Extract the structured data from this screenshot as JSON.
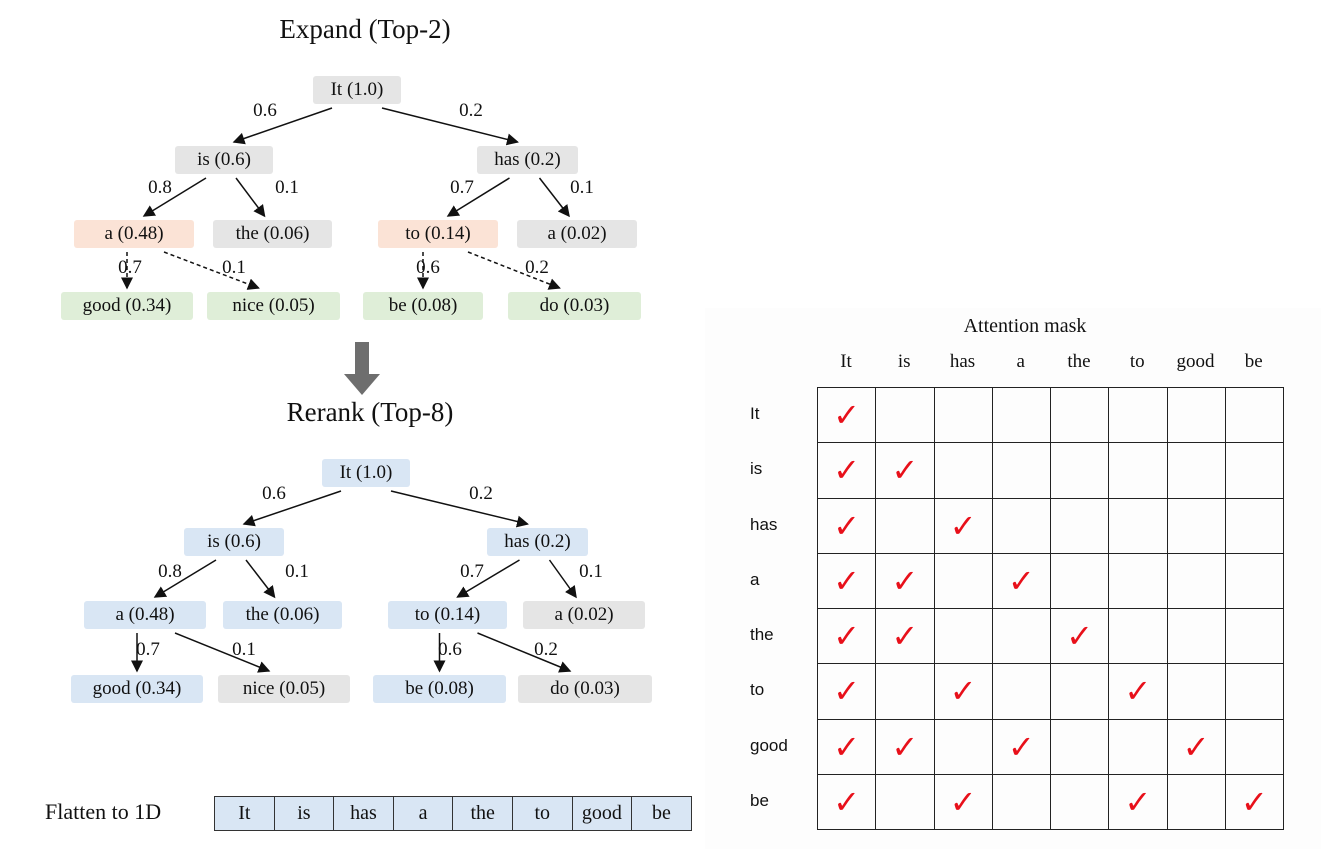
{
  "expand": {
    "title": "Expand (Top-2)",
    "nodes": [
      "It (1.0)",
      "is (0.6)",
      "has (0.2)",
      "a (0.48)",
      "the (0.06)",
      "to (0.14)",
      "a (0.02)",
      "good (0.34)",
      "nice (0.05)",
      "be (0.08)",
      "do (0.03)"
    ],
    "edge_labels": [
      "0.6",
      "0.2",
      "0.8",
      "0.1",
      "0.7",
      "0.1",
      "0.7",
      "0.1",
      "0.6",
      "0.2"
    ]
  },
  "rerank": {
    "title": "Rerank (Top-8)",
    "nodes": [
      "It (1.0)",
      "is (0.6)",
      "has (0.2)",
      "a (0.48)",
      "the (0.06)",
      "to (0.14)",
      "a (0.02)",
      "good (0.34)",
      "nice (0.05)",
      "be (0.08)",
      "do (0.03)"
    ],
    "edge_labels": [
      "0.6",
      "0.2",
      "0.8",
      "0.1",
      "0.7",
      "0.1",
      "0.7",
      "0.1",
      "0.6",
      "0.2"
    ]
  },
  "flatten": {
    "label": "Flatten to 1D",
    "tokens": [
      "It",
      "is",
      "has",
      "a",
      "the",
      "to",
      "good",
      "be"
    ]
  },
  "attention_mask": {
    "title": "Attention mask",
    "columns": [
      "It",
      "is",
      "has",
      "a",
      "the",
      "to",
      "good",
      "be"
    ],
    "rows": [
      "It",
      "is",
      "has",
      "a",
      "the",
      "to",
      "good",
      "be"
    ],
    "check_symbol": "✓",
    "mask": [
      [
        1,
        0,
        0,
        0,
        0,
        0,
        0,
        0
      ],
      [
        1,
        1,
        0,
        0,
        0,
        0,
        0,
        0
      ],
      [
        1,
        0,
        1,
        0,
        0,
        0,
        0,
        0
      ],
      [
        1,
        1,
        0,
        1,
        0,
        0,
        0,
        0
      ],
      [
        1,
        1,
        0,
        0,
        1,
        0,
        0,
        0
      ],
      [
        1,
        0,
        1,
        0,
        0,
        1,
        0,
        0
      ],
      [
        1,
        1,
        0,
        1,
        0,
        0,
        1,
        0
      ],
      [
        1,
        0,
        1,
        0,
        0,
        1,
        0,
        1
      ]
    ],
    "check_color": "#e8101a"
  }
}
